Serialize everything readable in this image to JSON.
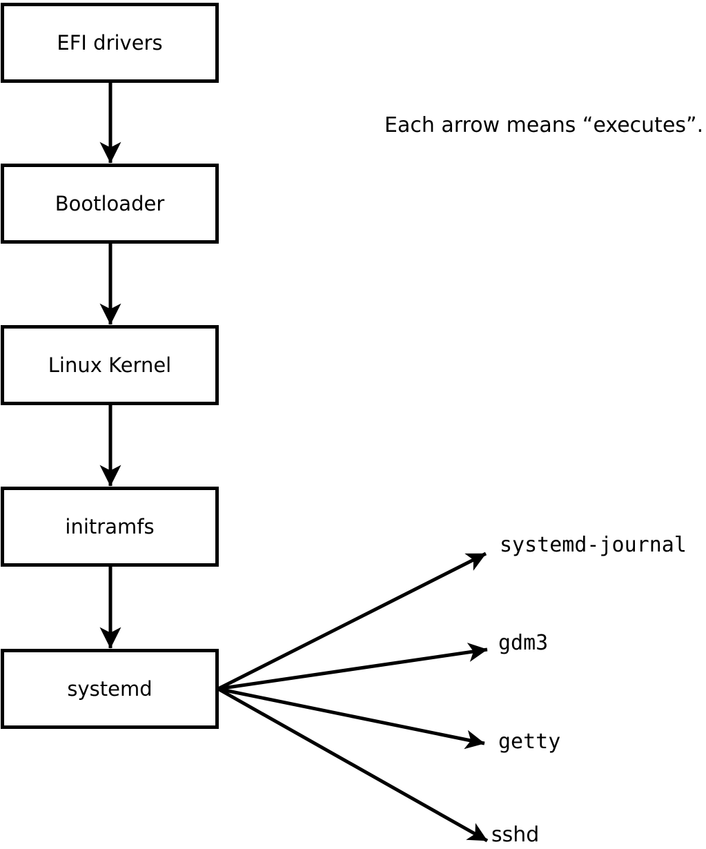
{
  "caption": "Each arrow means “executes”.",
  "arrow_meaning": "executes",
  "flow_boxes": [
    {
      "label": "EFI drivers"
    },
    {
      "label": "Bootloader"
    },
    {
      "label": "Linux Kernel"
    },
    {
      "label": "initramfs"
    },
    {
      "label": "systemd"
    }
  ],
  "spawned_processes": [
    {
      "label": "systemd-journal"
    },
    {
      "label": "gdm3"
    },
    {
      "label": "getty"
    },
    {
      "label": "sshd"
    }
  ],
  "colors": {
    "background": "#ffffff",
    "line": "#000000",
    "text": "#000000",
    "box_fill": "#ffffff"
  }
}
